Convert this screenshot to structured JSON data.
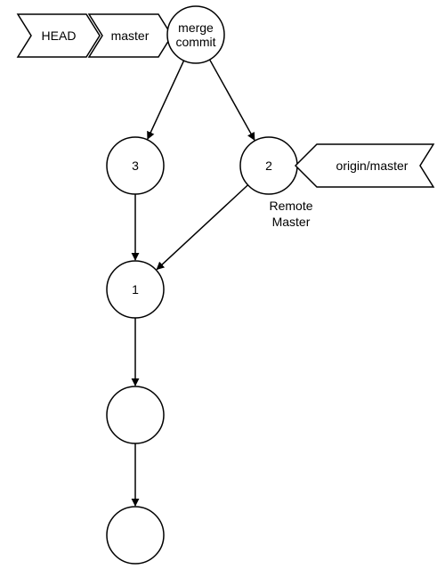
{
  "diagram": {
    "head_label": "HEAD",
    "master_label": "master",
    "origin_master_label": "origin/master",
    "commits": {
      "merge": [
        "merge",
        "commit"
      ],
      "c3": "3",
      "c2": "2",
      "c1": "1",
      "c0": "",
      "cbase": ""
    },
    "remote_master_label": [
      "Remote",
      "Master"
    ],
    "edges": [
      {
        "from": "merge",
        "to": "c3"
      },
      {
        "from": "merge",
        "to": "c2"
      },
      {
        "from": "c3",
        "to": "c1"
      },
      {
        "from": "c2",
        "to": "c1"
      },
      {
        "from": "c1",
        "to": "c0"
      },
      {
        "from": "c0",
        "to": "cbase"
      }
    ]
  }
}
